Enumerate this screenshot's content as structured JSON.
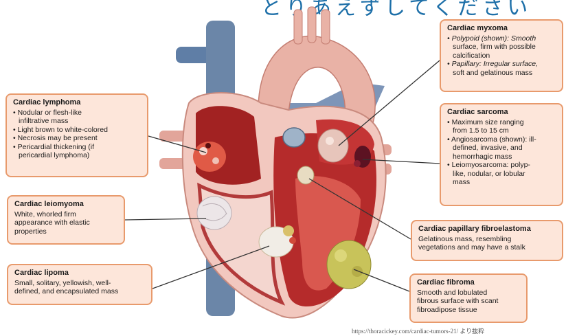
{
  "header_fragment": "とりあえずしてください",
  "credit": "https://thoracickey.com/cardiac-tumors-21/ より抜粋",
  "callouts": {
    "lymphoma": {
      "title": "Cardiac lymphoma",
      "lines": [
        "• Nodular or flesh-like",
        "infiltrative mass",
        "• Light brown to white-colored",
        "• Necrosis may be present",
        "• Pericardial thickening (if",
        "pericardial lymphoma)"
      ]
    },
    "leiomyoma": {
      "title": "Cardiac leiomyoma",
      "lines": [
        "White, whorled firm",
        "appearance with elastic",
        "properties"
      ]
    },
    "lipoma": {
      "title": "Cardiac lipoma",
      "lines": [
        "Small, solitary, yellowish, well-",
        "defined, and encapsulated mass"
      ]
    },
    "myxoma": {
      "title": "Cardiac myxoma",
      "lines": [
        "• Polypoid (shown): Smooth",
        "surface, firm with possible",
        "calcification",
        "• Papillary: Irregular surface,",
        "soft and gelatinous mass"
      ]
    },
    "sarcoma": {
      "title": "Cardiac sarcoma",
      "lines": [
        "• Maximum size ranging",
        "from 1.5 to 15 cm",
        "• Angiosarcoma (shown): ill-",
        "defined, invasive, and",
        "hemorrhagic mass",
        "• Leiomyosarcoma: polyp-",
        "like, nodular, or lobular",
        "mass"
      ]
    },
    "fibroelastoma": {
      "title": "Cardiac papillary fibroelastoma",
      "lines": [
        "Gelatinous mass, resembling",
        "vegetations and may have a stalk"
      ]
    },
    "fibroma": {
      "title": "Cardiac fibroma",
      "lines": [
        "Smooth and lobulated",
        "fibrous surface with scant",
        "fibroadipose tissue"
      ]
    }
  },
  "colors": {
    "callout_fill": "#fde6da",
    "callout_border": "#e89a6c",
    "vein": "#6b86a8",
    "artery": "#d9988c",
    "myocardium": "#b82a2a",
    "pericardium": "#f2c8bf"
  }
}
